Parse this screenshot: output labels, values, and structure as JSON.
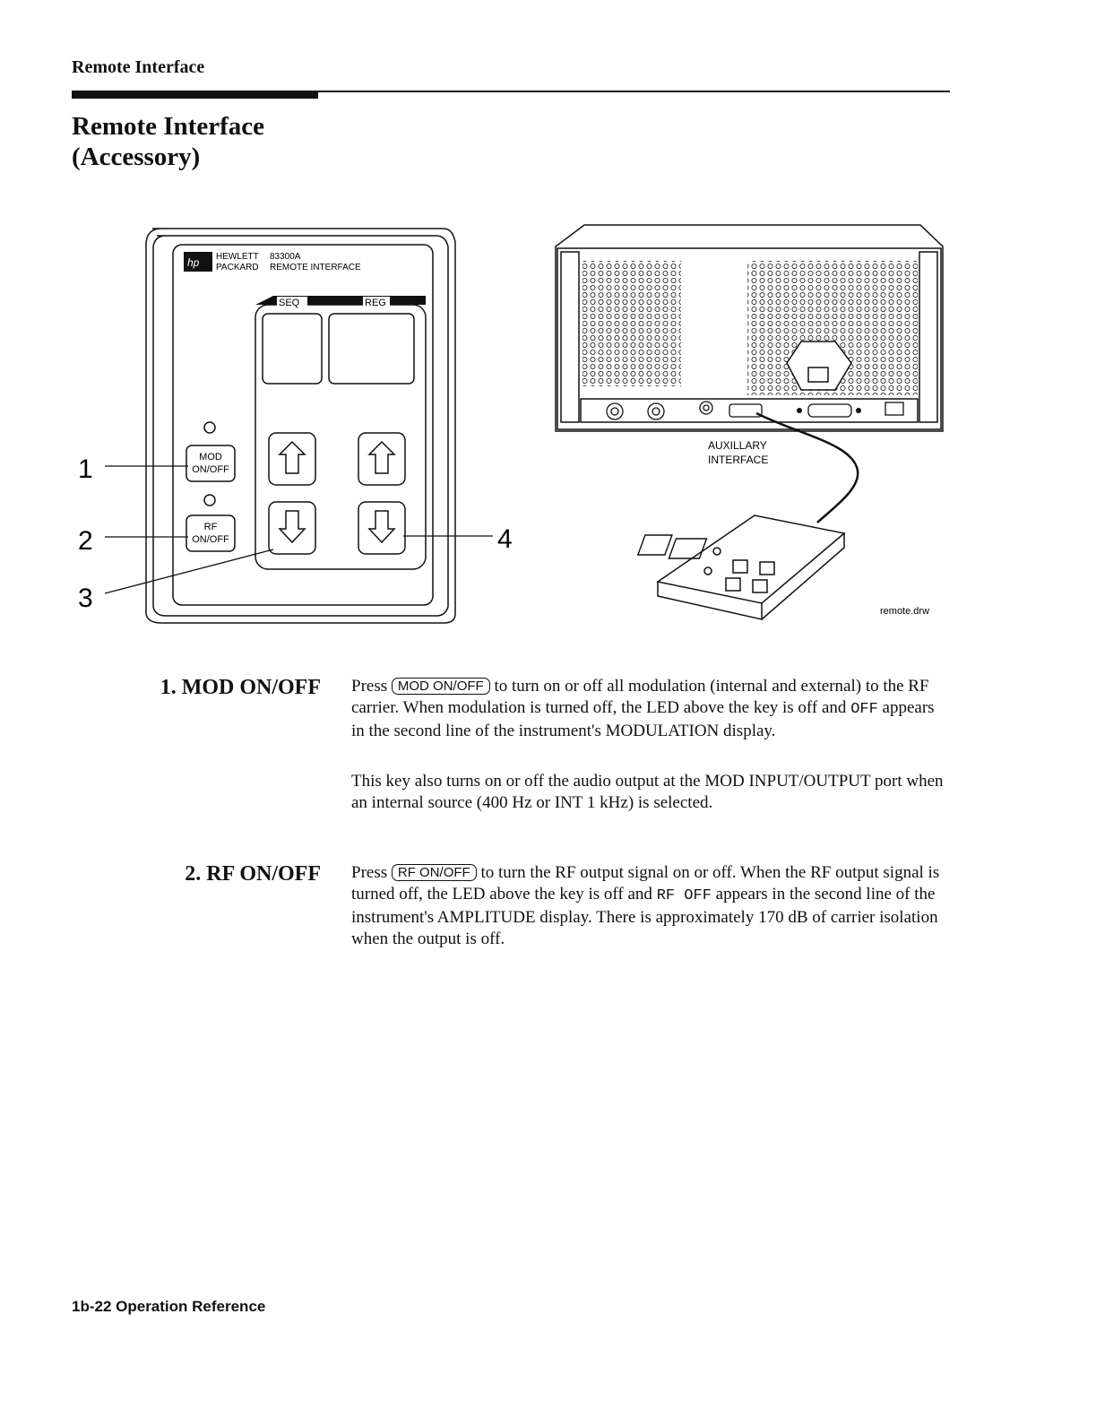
{
  "running_head": "Remote Interface",
  "section_title": [
    "Remote Interface",
    "(Accessory)"
  ],
  "figure_left": {
    "brand_line1": "HEWLETT",
    "brand_line2": "PACKARD",
    "model": "83300A",
    "product": "REMOTE INTERFACE",
    "seq_label": "SEQ",
    "reg_label": "REG",
    "mod_key": [
      "MOD",
      "ON/OFF"
    ],
    "rf_key": [
      "RF",
      "ON/OFF"
    ],
    "callouts": [
      "1",
      "2",
      "3",
      "4"
    ],
    "icons": [
      "hp-logo-icon",
      "arrow-up-icon",
      "arrow-down-icon",
      "led-indicator-icon"
    ]
  },
  "figure_right": {
    "connector_label": [
      "AUXILLARY",
      "INTERFACE"
    ],
    "file_name": "remote.drw",
    "icons": [
      "instrument-rear-panel-icon",
      "remote-keypad-icon",
      "cable-icon"
    ]
  },
  "items": [
    {
      "label": "1. MOD ON/OFF",
      "p1_pre": "Press",
      "key": "MOD ON/OFF",
      "p1_post_a": "to turn on or off all modulation (internal and external) to the RF carrier. When modulation is turned off, the LED above the key is off and",
      "p1_code": "OFF",
      "p1_post_b": "appears in the second line of the instrument's MODULATION display.",
      "p2": "This key also turns on or off the audio output at the MOD INPUT/OUTPUT port when an internal source (400 Hz or INT 1 kHz) is selected."
    },
    {
      "label": "2. RF ON/OFF",
      "p1_pre": "Press",
      "key": "RF ON/OFF",
      "p1_post_a": "to turn the RF output signal on or off. When the RF output signal is turned off, the LED above the key is off and",
      "p1_code": "RF OFF",
      "p1_post_b": "appears in the second line of the instrument's AMPLITUDE display. There is approximately 170 dB of carrier isolation when the output is off."
    }
  ],
  "footer": "1b-22   Operation Reference"
}
